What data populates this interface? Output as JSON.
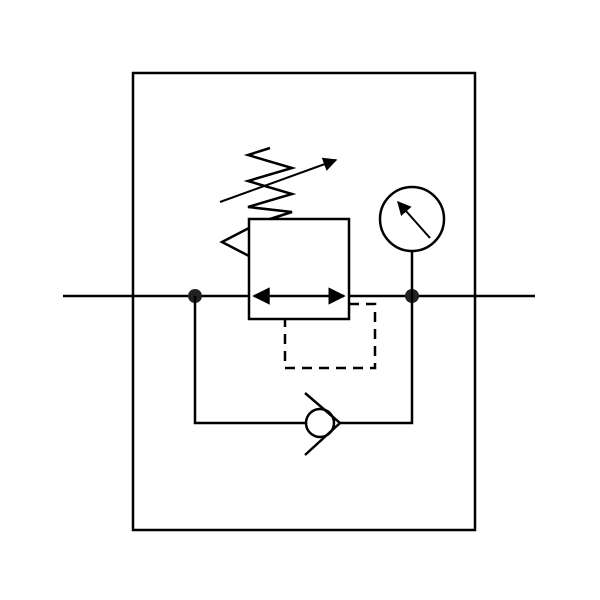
{
  "diagram": {
    "type": "pneumatic-symbol",
    "symbol": "pressure-regulator-with-check-valve-and-gauge",
    "elements": [
      "enclosure",
      "main-flow-line",
      "adjustable-spring",
      "regulator-valve",
      "pilot-line",
      "pressure-gauge",
      "check-valve",
      "bypass-line"
    ],
    "colors": {
      "stroke": "#000000",
      "fill": "#ffffff",
      "junction": "#222222"
    }
  }
}
